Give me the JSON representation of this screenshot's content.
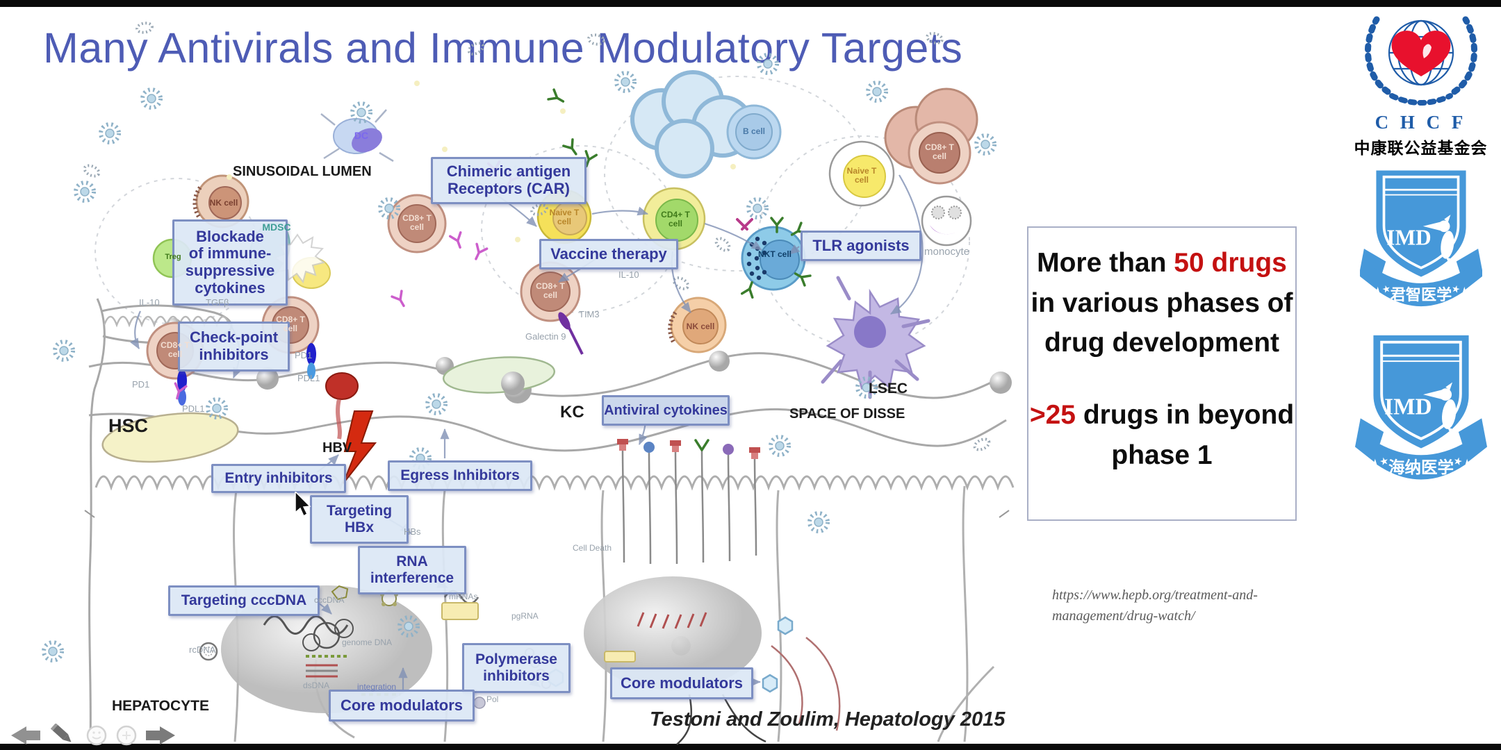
{
  "slide": {
    "title": "Many Antivirals and Immune Modulatory Targets",
    "citation": "Testoni and Zoulim, Hepatology 2015",
    "url_line1": "https://www.hepb.org/treatment-and-",
    "url_line2": "management/drug-watch/"
  },
  "info_box": {
    "p1_a": "More than ",
    "p1_red": "50 drugs",
    "p1_b": " in various phases of drug development",
    "p2_red": ">25",
    "p2_b": " drugs in beyond phase 1"
  },
  "logos": {
    "chcf_acronym": "C H C F",
    "chcf_name": "中康联公益基金会",
    "imd_label": "IMD",
    "badge1_ribbon": "君智医学",
    "badge2_ribbon": "海纳医学"
  },
  "diagram": {
    "compartments": {
      "sinusoidal_lumen": "SINUSOIDAL LUMEN",
      "kc": "KC",
      "lsec": "LSEC",
      "space_of_disse": "SPACE OF DISSE",
      "hsc": "HSC",
      "hbv": "HBV",
      "hepatocyte": "HEPATOCYTE"
    },
    "targets": {
      "car_line1": "Chimeric antigen",
      "car_line2": "Receptors (CAR)",
      "blockade_line1": "Blockade",
      "blockade_line2": "of immune-",
      "blockade_line3": "suppressive",
      "blockade_line4": "cytokines",
      "checkpoint_line1": "Check-point",
      "checkpoint_line2": "inhibitors",
      "vaccine": "Vaccine therapy",
      "tlr": "TLR agonists",
      "antiviral": "Antiviral cytokines",
      "entry": "Entry inhibitors",
      "egress": "Egress Inhibitors",
      "hbx_line1": "Targeting",
      "hbx_line2": "HBx",
      "rna_line1": "RNA",
      "rna_line2": "interference",
      "cccdna": "Targeting cccDNA",
      "polymerase_line1": "Polymerase",
      "polymerase_line2": "inhibitors",
      "core_left": "Core modulators",
      "core_right": "Core modulators"
    },
    "cells": {
      "dc": "DC",
      "b_cell": "B cell",
      "naive_t": "Naive T cell",
      "cd4_t": "CD4+ T cell",
      "cd8_t": "CD8+ T cell",
      "nk": "NK cell",
      "treg": "Treg",
      "mdsc": "MDSC",
      "nkt": "NKT cell",
      "monocyte": "monocyte"
    },
    "molecules": {
      "il10": "IL-10",
      "tgfb": "TGFβ",
      "pd1": "PD1",
      "pdl1": "PDL1",
      "tim3": "TIM3",
      "galectin9": "Galectin 9",
      "hbs": "HBs",
      "cccdna": "cccDNA",
      "rcdna": "rcDNA",
      "dsdna": "dsDNA",
      "genome_dna": "genome DNA",
      "integration": "integration",
      "pol": "Pol",
      "pgrna": "pgRNA",
      "mrnas": "mRNAs",
      "cell_death": "Cell Death"
    }
  },
  "colors": {
    "title_blue": "#4e5cb5",
    "target_box_text": "#34399b",
    "target_box_fill": "#dce7f5",
    "target_box_border": "#7d8fc2",
    "highlight_red": "#c41111",
    "chcf_blue": "#1f5ca8",
    "heart_red": "#e8112d",
    "badge_blue": "#4698d9"
  }
}
